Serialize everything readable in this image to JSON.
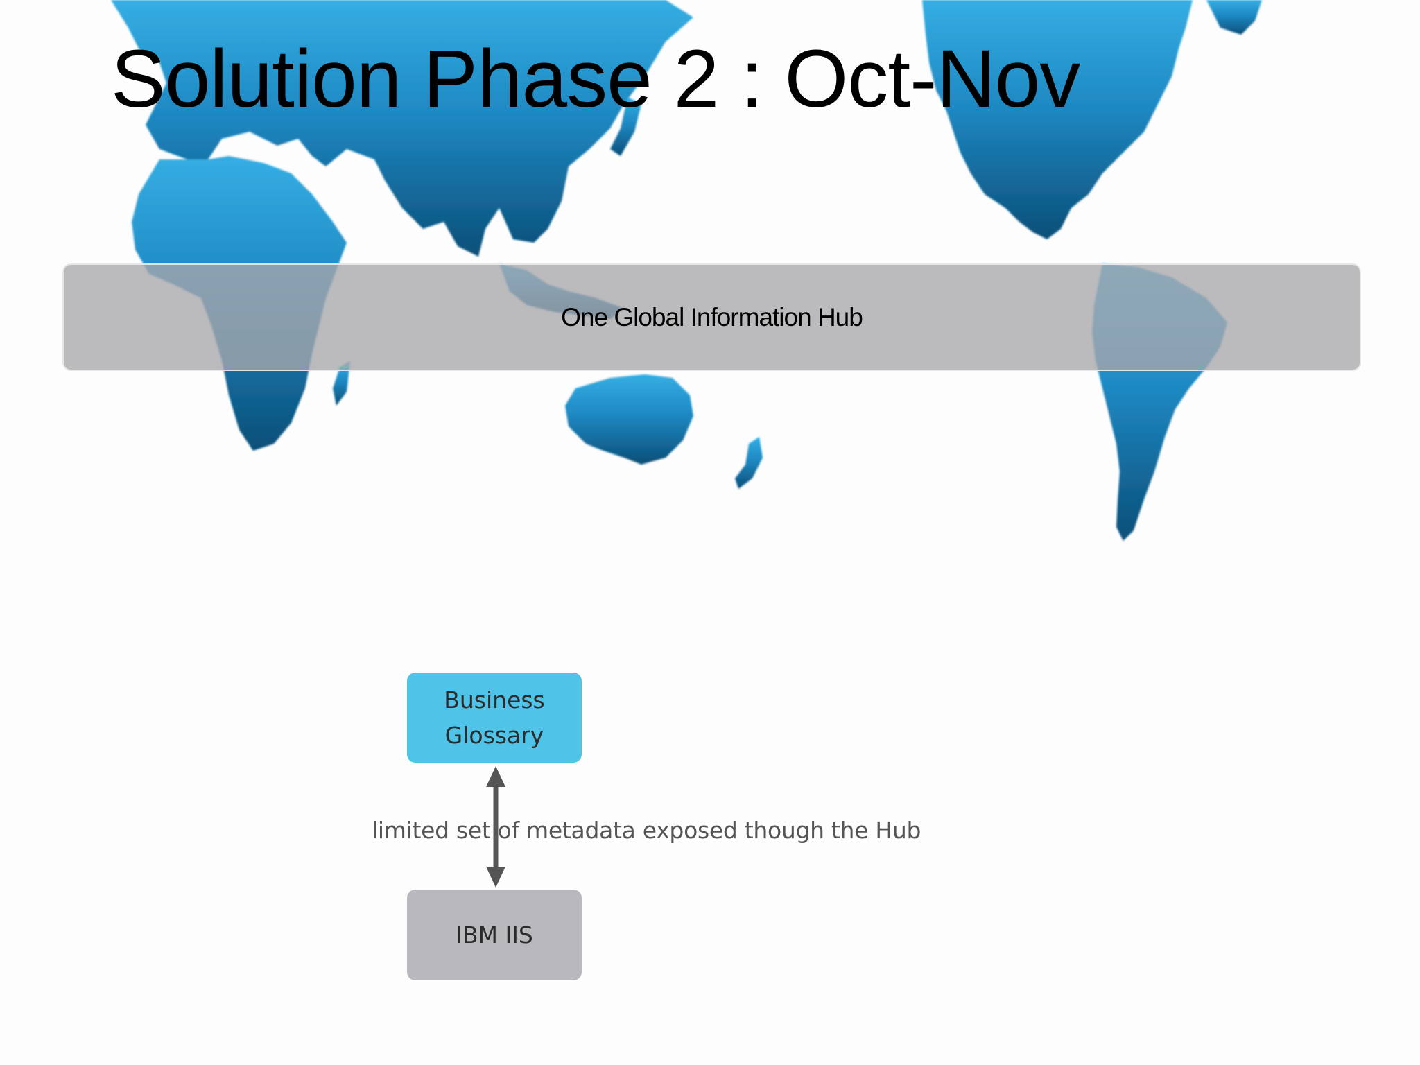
{
  "slide": {
    "title": "Solution Phase 2 : Oct-Nov",
    "background_image": "world-map",
    "colors": {
      "map_blue": "#1e8fcb",
      "hub_bar": "#a8a7ab",
      "glossary_box": "#50c4e8",
      "iis_box": "#b9b8bc",
      "arrow": "#555555"
    }
  },
  "hub": {
    "label": "One Global Information Hub"
  },
  "diagram": {
    "nodes": {
      "glossary": {
        "line1": "Business",
        "line2": "Glossary"
      },
      "iis": {
        "label": "IBM IIS"
      }
    },
    "edge": {
      "label": "limited set of metadata exposed though the Hub",
      "direction": "bidirectional"
    }
  }
}
